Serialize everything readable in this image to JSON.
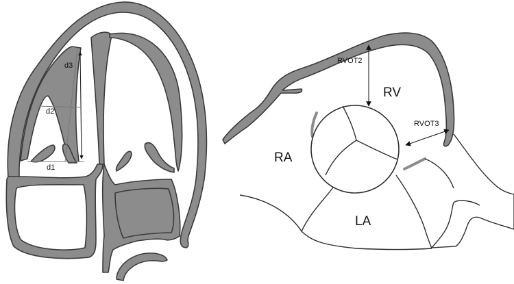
{
  "left_panel": {
    "measurements": [
      "d1",
      "d2",
      "d3"
    ]
  },
  "right_panel": {
    "chambers": [
      "RV",
      "RA",
      "LA"
    ],
    "measurements": [
      "RVOT2",
      "RVOT3"
    ]
  },
  "colors": {
    "wall": "#8c8c8c",
    "outline": "#3a3a3a",
    "background": "#ffffff"
  }
}
